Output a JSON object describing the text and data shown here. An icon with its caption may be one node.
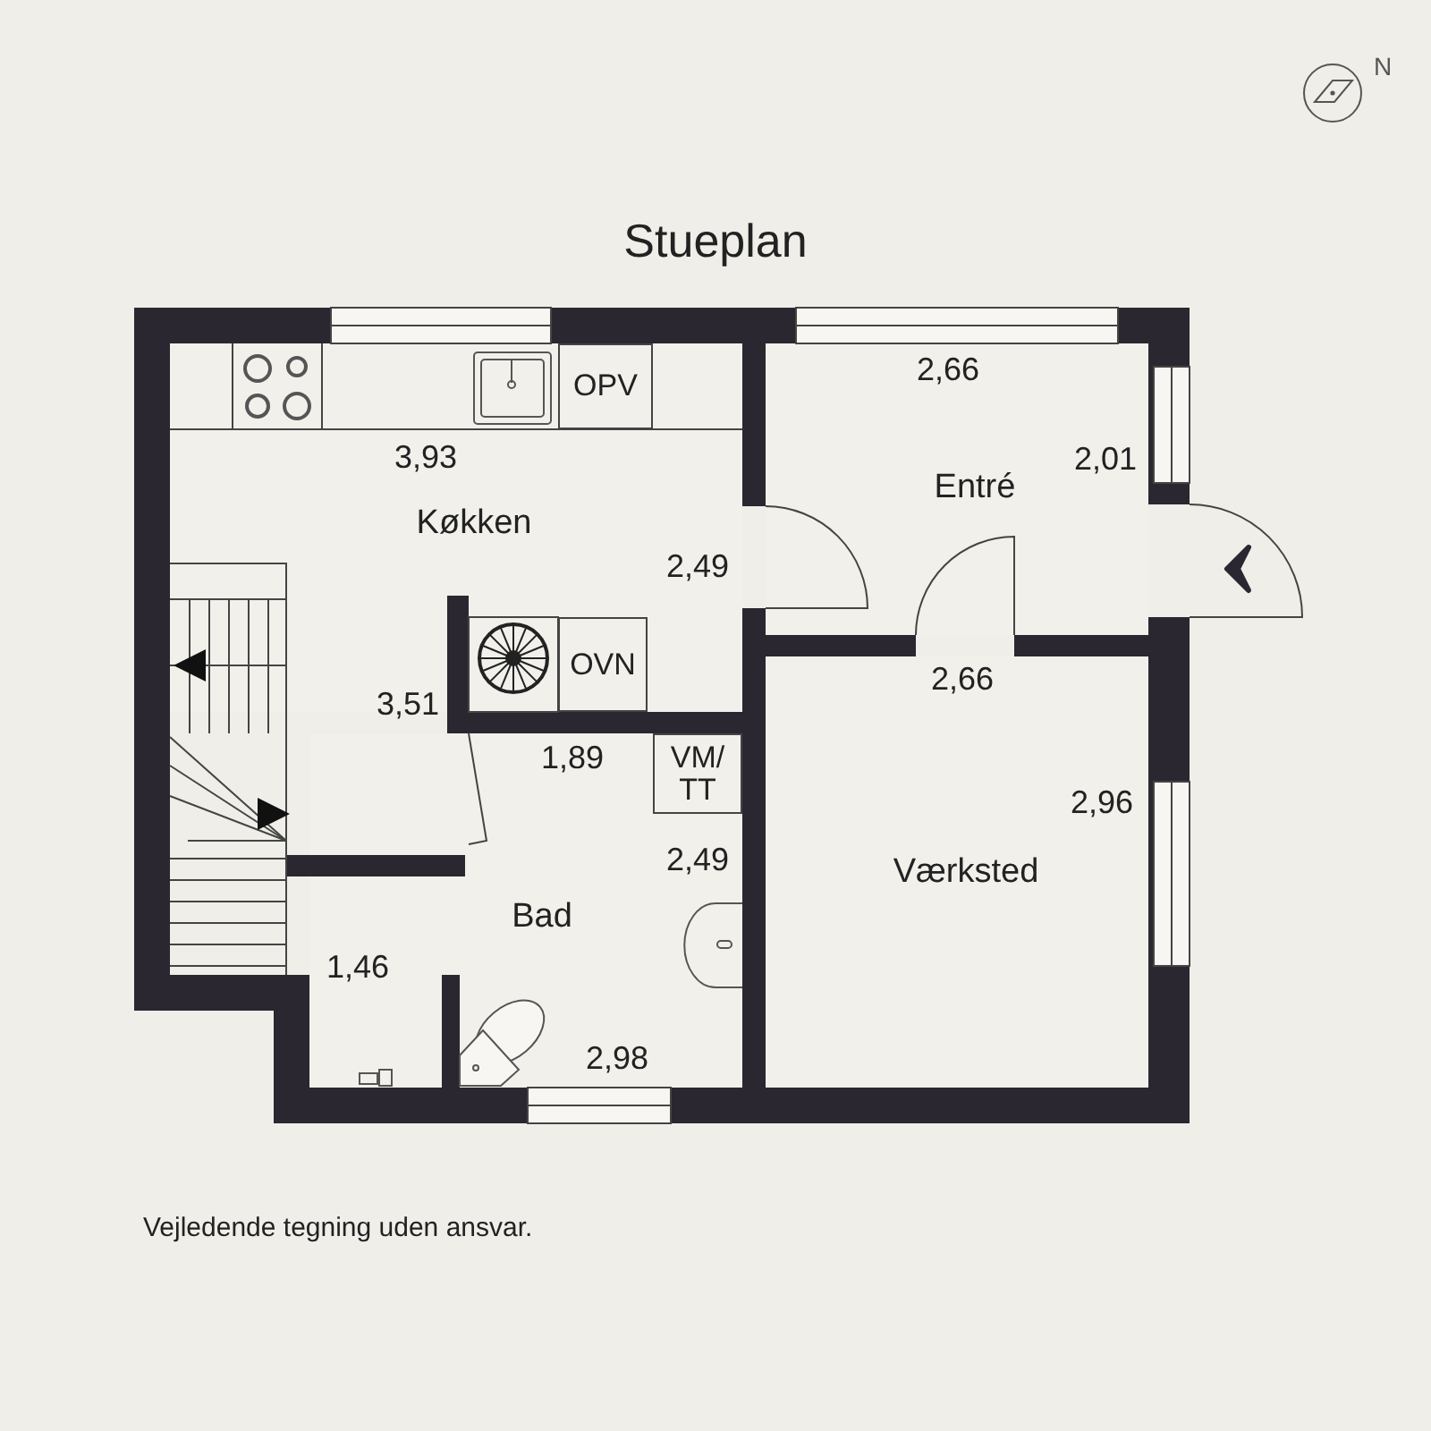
{
  "diagram": {
    "title": "Stueplan",
    "caption": "Vejledende tegning uden ansvar.",
    "nodes": [
      {
        "text": [
          "Køkken"
        ]
      },
      {
        "text": [
          "OPV"
        ],
        "in": 0
      },
      {
        "text": [
          "OVN"
        ],
        "in": 0
      },
      {
        "text": [
          "Entré"
        ]
      },
      {
        "text": [
          "Bad"
        ]
      },
      {
        "text": [
          "VM/ TT"
        ],
        "in": 4
      },
      {
        "text": [
          "Værksted"
        ]
      }
    ],
    "edges": [],
    "labels": [
      "N",
      "2,66",
      "3,93",
      "2,01",
      "2,49",
      "3,51",
      "2,66",
      "1,89",
      "2,96",
      "2,49",
      "1,46",
      "2,98"
    ]
  }
}
